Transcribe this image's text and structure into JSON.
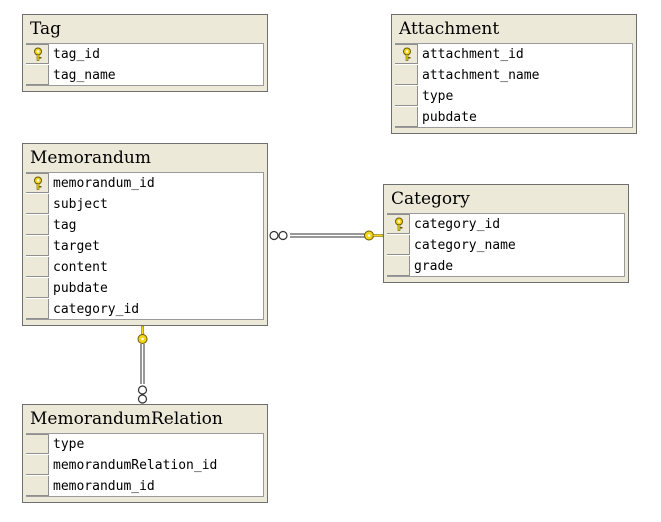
{
  "tables": {
    "tag": {
      "name": "Tag",
      "columns": [
        {
          "name": "tag_id",
          "pk": true
        },
        {
          "name": "tag_name",
          "pk": false
        }
      ]
    },
    "attachment": {
      "name": "Attachment",
      "columns": [
        {
          "name": "attachment_id",
          "pk": true
        },
        {
          "name": "attachment_name",
          "pk": false
        },
        {
          "name": "type",
          "pk": false
        },
        {
          "name": "pubdate",
          "pk": false
        }
      ]
    },
    "memorandum": {
      "name": "Memorandum",
      "columns": [
        {
          "name": "memorandum_id",
          "pk": true
        },
        {
          "name": "subject",
          "pk": false
        },
        {
          "name": "tag",
          "pk": false
        },
        {
          "name": "target",
          "pk": false
        },
        {
          "name": "content",
          "pk": false
        },
        {
          "name": "pubdate",
          "pk": false
        },
        {
          "name": "category_id",
          "pk": false
        }
      ]
    },
    "category": {
      "name": "Category",
      "columns": [
        {
          "name": "category_id",
          "pk": true
        },
        {
          "name": "category_name",
          "pk": false
        },
        {
          "name": "grade",
          "pk": false
        }
      ]
    },
    "memorandumRelation": {
      "name": "MemorandumRelation",
      "columns": [
        {
          "name": "type",
          "pk": false
        },
        {
          "name": "memorandumRelation_id",
          "pk": false
        },
        {
          "name": "memorandum_id",
          "pk": false
        }
      ]
    }
  },
  "relationships": [
    {
      "from": "memorandum",
      "to": "category",
      "from_end": "many",
      "to_end": "one"
    },
    {
      "from": "memorandumRelation",
      "to": "memorandum",
      "from_end": "many",
      "to_end": "one"
    }
  ],
  "colors": {
    "panel": "#ece9d8",
    "border": "#6f6f6f",
    "key": "#f2d41b",
    "line": "#303030"
  }
}
